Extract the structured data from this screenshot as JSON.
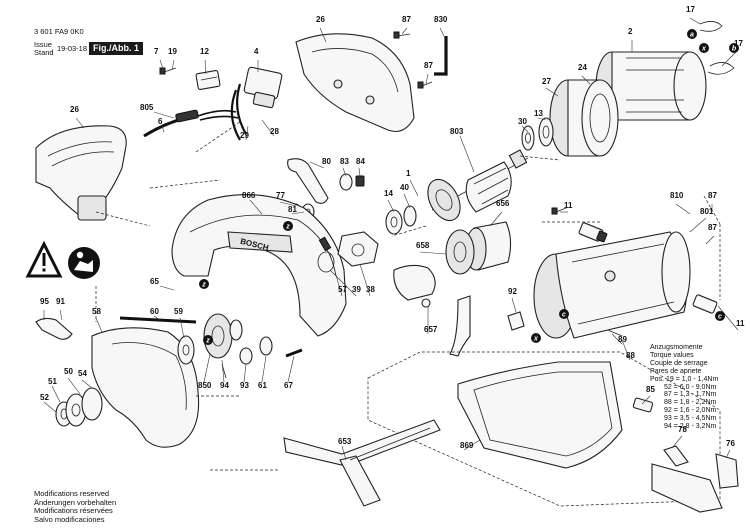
{
  "header": {
    "doc_number": "3 601 FA9 0K0",
    "issue_label_1": "Issue",
    "issue_label_2": "Stand",
    "issue_date": "19-03-18",
    "figure_label": "Fig./Abb. 1"
  },
  "footer_notes": [
    "Modifications reserved",
    "Änderungen vorbehalten",
    "Modifications réservées",
    "Salvo modificaciones"
  ],
  "torque_table": {
    "lines": [
      "Anzugsmomente",
      "Torque values",
      "Couple de serrage",
      "Pares de apriete"
    ],
    "entries": [
      "Pos. 19 = 1,0 - 1,4Nm",
      "52 = 6,0 - 9,0Nm",
      "87 = 1,3 - 1,7Nm",
      "88 = 1,8 - 2,2Nm",
      "92 = 1,6 - 2,0Nm",
      "93 = 3,5 - 4,5Nm",
      "94 = 2,8 - 3,2Nm"
    ]
  },
  "part_labels": [
    "7",
    "19",
    "12",
    "4",
    "26",
    "87",
    "830",
    "2",
    "17",
    "17",
    "805",
    "6",
    "29",
    "28",
    "87",
    "24",
    "27",
    "26",
    "803",
    "30",
    "13",
    "80",
    "83",
    "84",
    "14",
    "40",
    "1",
    "866",
    "77",
    "81",
    "810",
    "87",
    "656",
    "11",
    "801",
    "87",
    "658",
    "65",
    "57",
    "39",
    "38",
    "92",
    "95",
    "91",
    "58",
    "60",
    "59",
    "657",
    "11",
    "88",
    "89",
    "94",
    "93",
    "61",
    "67",
    "850",
    "51",
    "50",
    "54",
    "52",
    "85",
    "653",
    "869",
    "78",
    "76"
  ],
  "callout_letters": [
    "a",
    "x",
    "b",
    "c",
    "c",
    "z",
    "z",
    "z",
    "x"
  ],
  "icons": [
    "warning-triangle-icon",
    "read-manual-icon"
  ]
}
